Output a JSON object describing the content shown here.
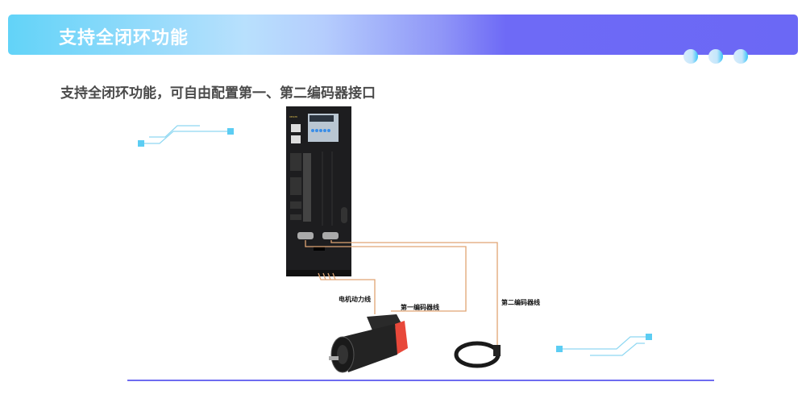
{
  "header": {
    "title": "支持全闭环功能"
  },
  "subtitle": "支持全闭环功能，可自由配置第一、第二编码器接口",
  "diagram": {
    "brand": "VEICHI",
    "labels": {
      "power_cable": "电机动力线",
      "encoder1_cable": "第一编码器线",
      "encoder2_cable": "第二编码器线"
    },
    "cable_color": "#e0a574"
  },
  "colors": {
    "accent": "#6b68f5",
    "cyan": "#62d3f8"
  }
}
